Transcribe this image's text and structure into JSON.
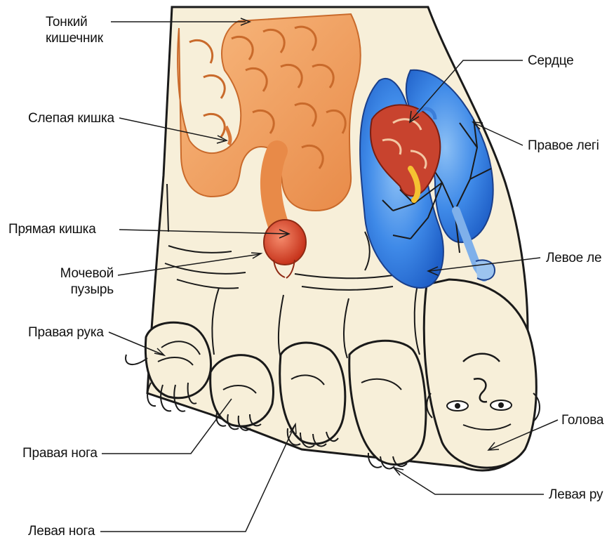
{
  "labels": {
    "small_intestine": [
      "Тонкий",
      "кишечник"
    ],
    "cecum": "Слепая кишка",
    "rectum": "Прямая кишка",
    "bladder": [
      "Мочевой",
      "пузырь"
    ],
    "right_hand": "Правая рука",
    "right_leg": "Правая нога",
    "left_leg": "Левая нога",
    "heart": "Сердце",
    "right_lung": "Правое легі",
    "left_lung": "Левое ле",
    "head": "Голова",
    "left_hand": "Левая ру"
  },
  "colors": {
    "skin": "#f7efd9",
    "outline": "#1a1a1a",
    "intestine": "#f2a25e",
    "intestine_shade": "#d9783a",
    "lung": "#2e78e0",
    "lung_light": "#8cc0f5",
    "bladder": "#e2502f",
    "heart": "#c8432e"
  }
}
